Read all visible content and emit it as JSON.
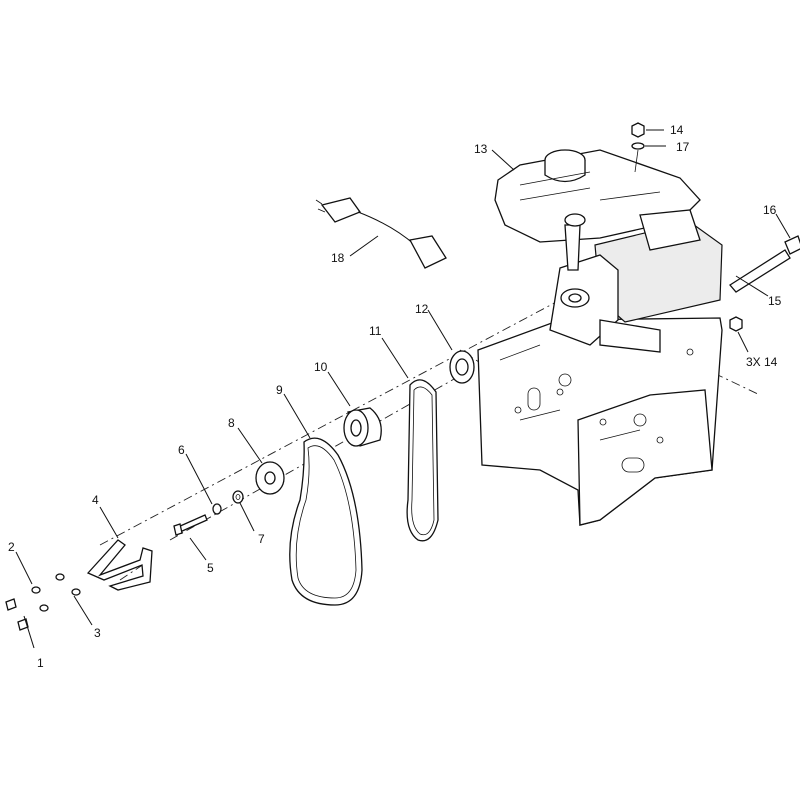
{
  "callouts": {
    "c1": "1",
    "c2": "2",
    "c3": "3",
    "c4": "4",
    "c5": "5",
    "c6": "6",
    "c7": "7",
    "c8": "8",
    "c9": "9",
    "c10": "10",
    "c11": "11",
    "c12": "12",
    "c13": "13",
    "c14": "14",
    "c15": "15",
    "c16": "16",
    "c17": "17",
    "c18": "18",
    "c3x14": "3X 14"
  }
}
